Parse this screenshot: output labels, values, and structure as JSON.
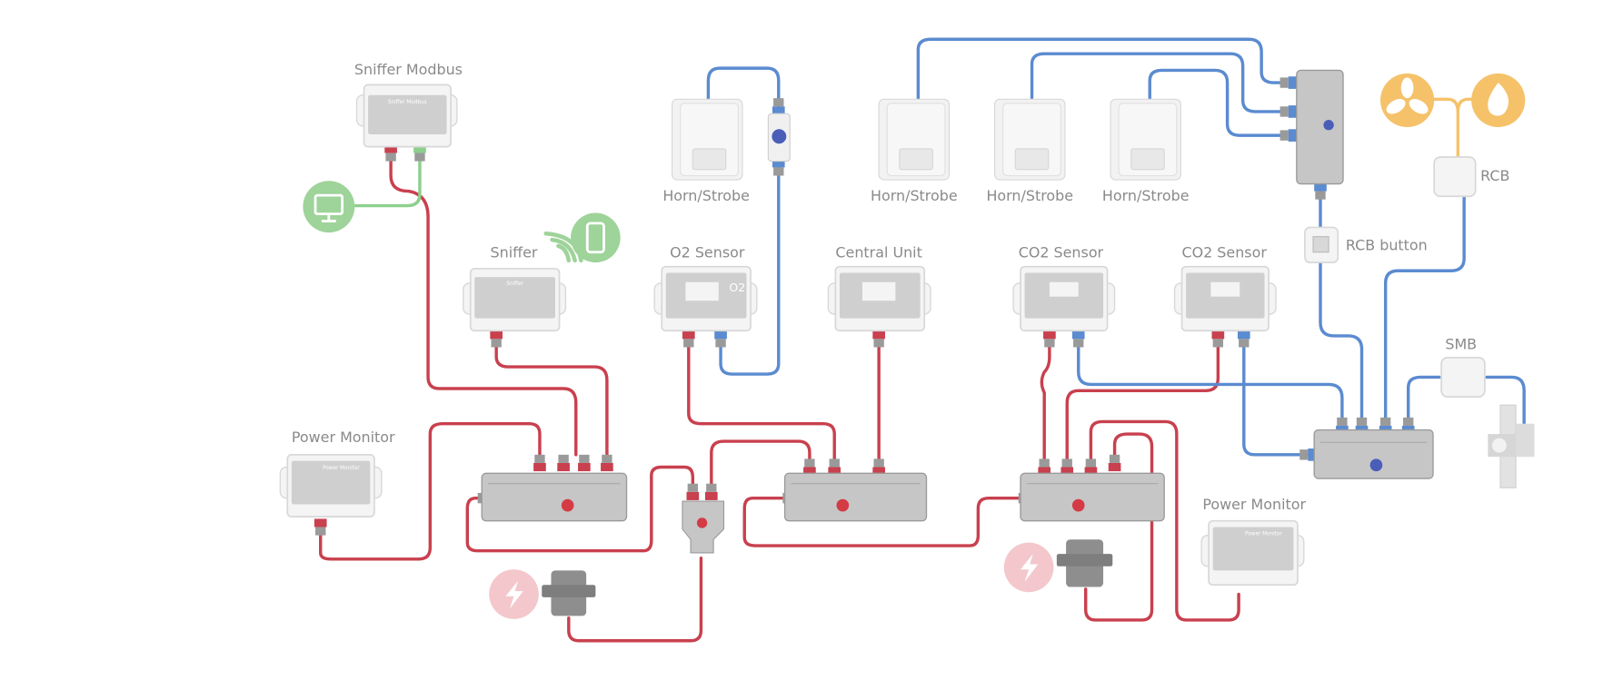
{
  "colors": {
    "power_cable": "#c9404e",
    "bus_cable": "#5b8bd0",
    "modbus_cable": "#8ccf8c",
    "rcb_cable": "#f5c26a",
    "device": "#f4f4f4",
    "hub": "#c6c6c6"
  },
  "labels": {
    "sniffer_modbus": "Sniffer Modbus",
    "sniffer": "Sniffer",
    "o2_sensor": "O2 Sensor",
    "central_unit": "Central Unit",
    "co2_sensor_1": "CO2 Sensor",
    "co2_sensor_2": "CO2 Sensor",
    "horn_strobe_1": "Horn/Strobe",
    "horn_strobe_2": "Horn/Strobe",
    "horn_strobe_3": "Horn/Strobe",
    "horn_strobe_4": "Horn/Strobe",
    "rcb": "RCB",
    "rcb_button": "RCB button",
    "smb": "SMB",
    "power_monitor_1": "Power Monitor",
    "power_monitor_2": "Power Monitor"
  },
  "icons": [
    "monitor-icon",
    "smartphone-wifi-icon",
    "fan-icon",
    "flame-icon",
    "lightning-icon",
    "lightning-icon"
  ],
  "device_faceplate": {
    "sniffer_modbus": "Sniffer Modbus",
    "sniffer": "Sniffer",
    "o2": "O2",
    "power_monitor": "Power Monitor"
  }
}
